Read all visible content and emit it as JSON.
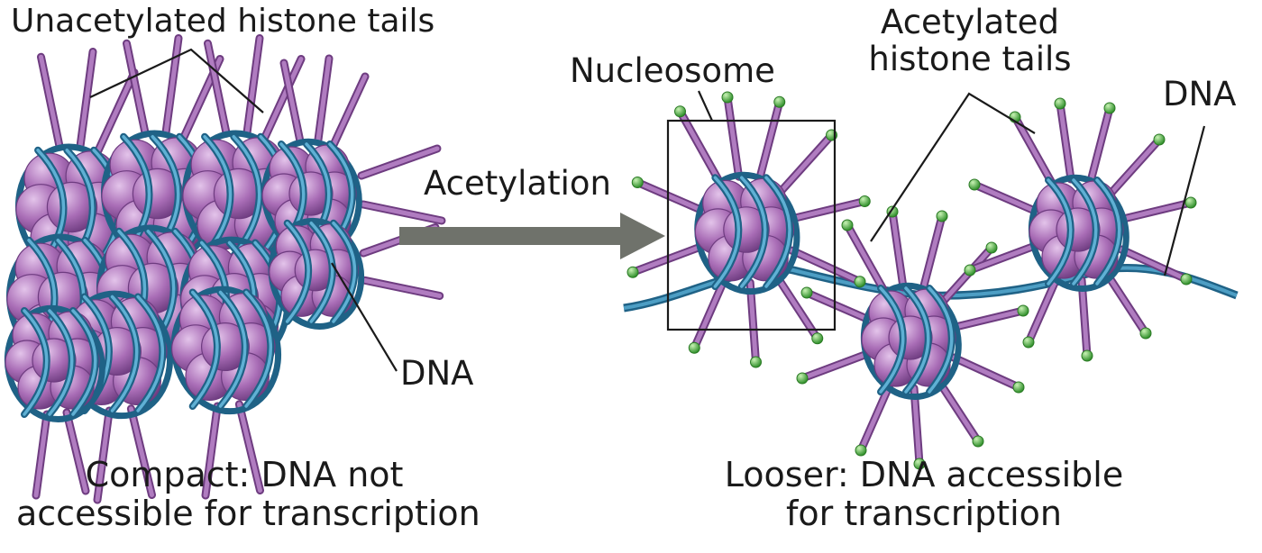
{
  "labels": {
    "unacetylated_tails": "Unacetylated histone tails",
    "dna_left": "DNA",
    "compact_line1": "Compact: DNA not",
    "compact_line2": "accessible for transcription",
    "arrow_label": "Acetylation",
    "nucleosome": "Nucleosome",
    "acetylated_line1": "Acetylated",
    "acetylated_line2": "histone tails",
    "dna_right": "DNA",
    "looser_line1": "Looser: DNA accessible",
    "looser_line2": "for transcription"
  },
  "colors": {
    "histone": "#9a5aa8",
    "dna": "#2f7fa6",
    "acetyl": "#5bbf3f",
    "arrow": "#6f726b",
    "line": "#1a1a1a"
  }
}
